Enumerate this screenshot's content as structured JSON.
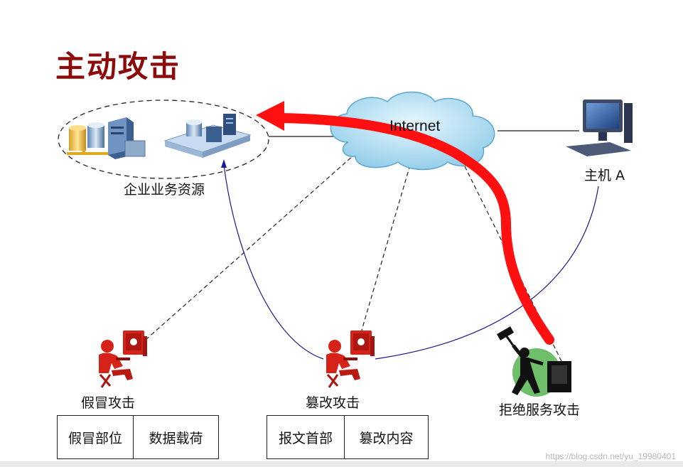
{
  "title": "主动攻击",
  "nodes": {
    "enterprise": "企业业务资源",
    "internet": "Internet",
    "host_a": "主机 A",
    "spoofing": "假冒攻击",
    "tampering": "篡改攻击",
    "dos": "拒绝服务攻击"
  },
  "spoofing_table": [
    "假冒部位",
    "数据载荷"
  ],
  "tampering_table": [
    "报文首部",
    "篡改内容"
  ],
  "watermark": "https://blog.csdn.net/yu_19980401",
  "colors": {
    "title": "#8b0a0a",
    "attack_arrow": "#ff1010",
    "traffic_line": "#1a1a8c",
    "cloud": "#a9dcf2",
    "attacker": "#d6231a"
  },
  "icons": [
    "database-icon",
    "server-icon",
    "network-rack-icon",
    "cloud-icon",
    "desktop-computer-icon",
    "hacker-icon",
    "hammer-attacker-icon"
  ]
}
